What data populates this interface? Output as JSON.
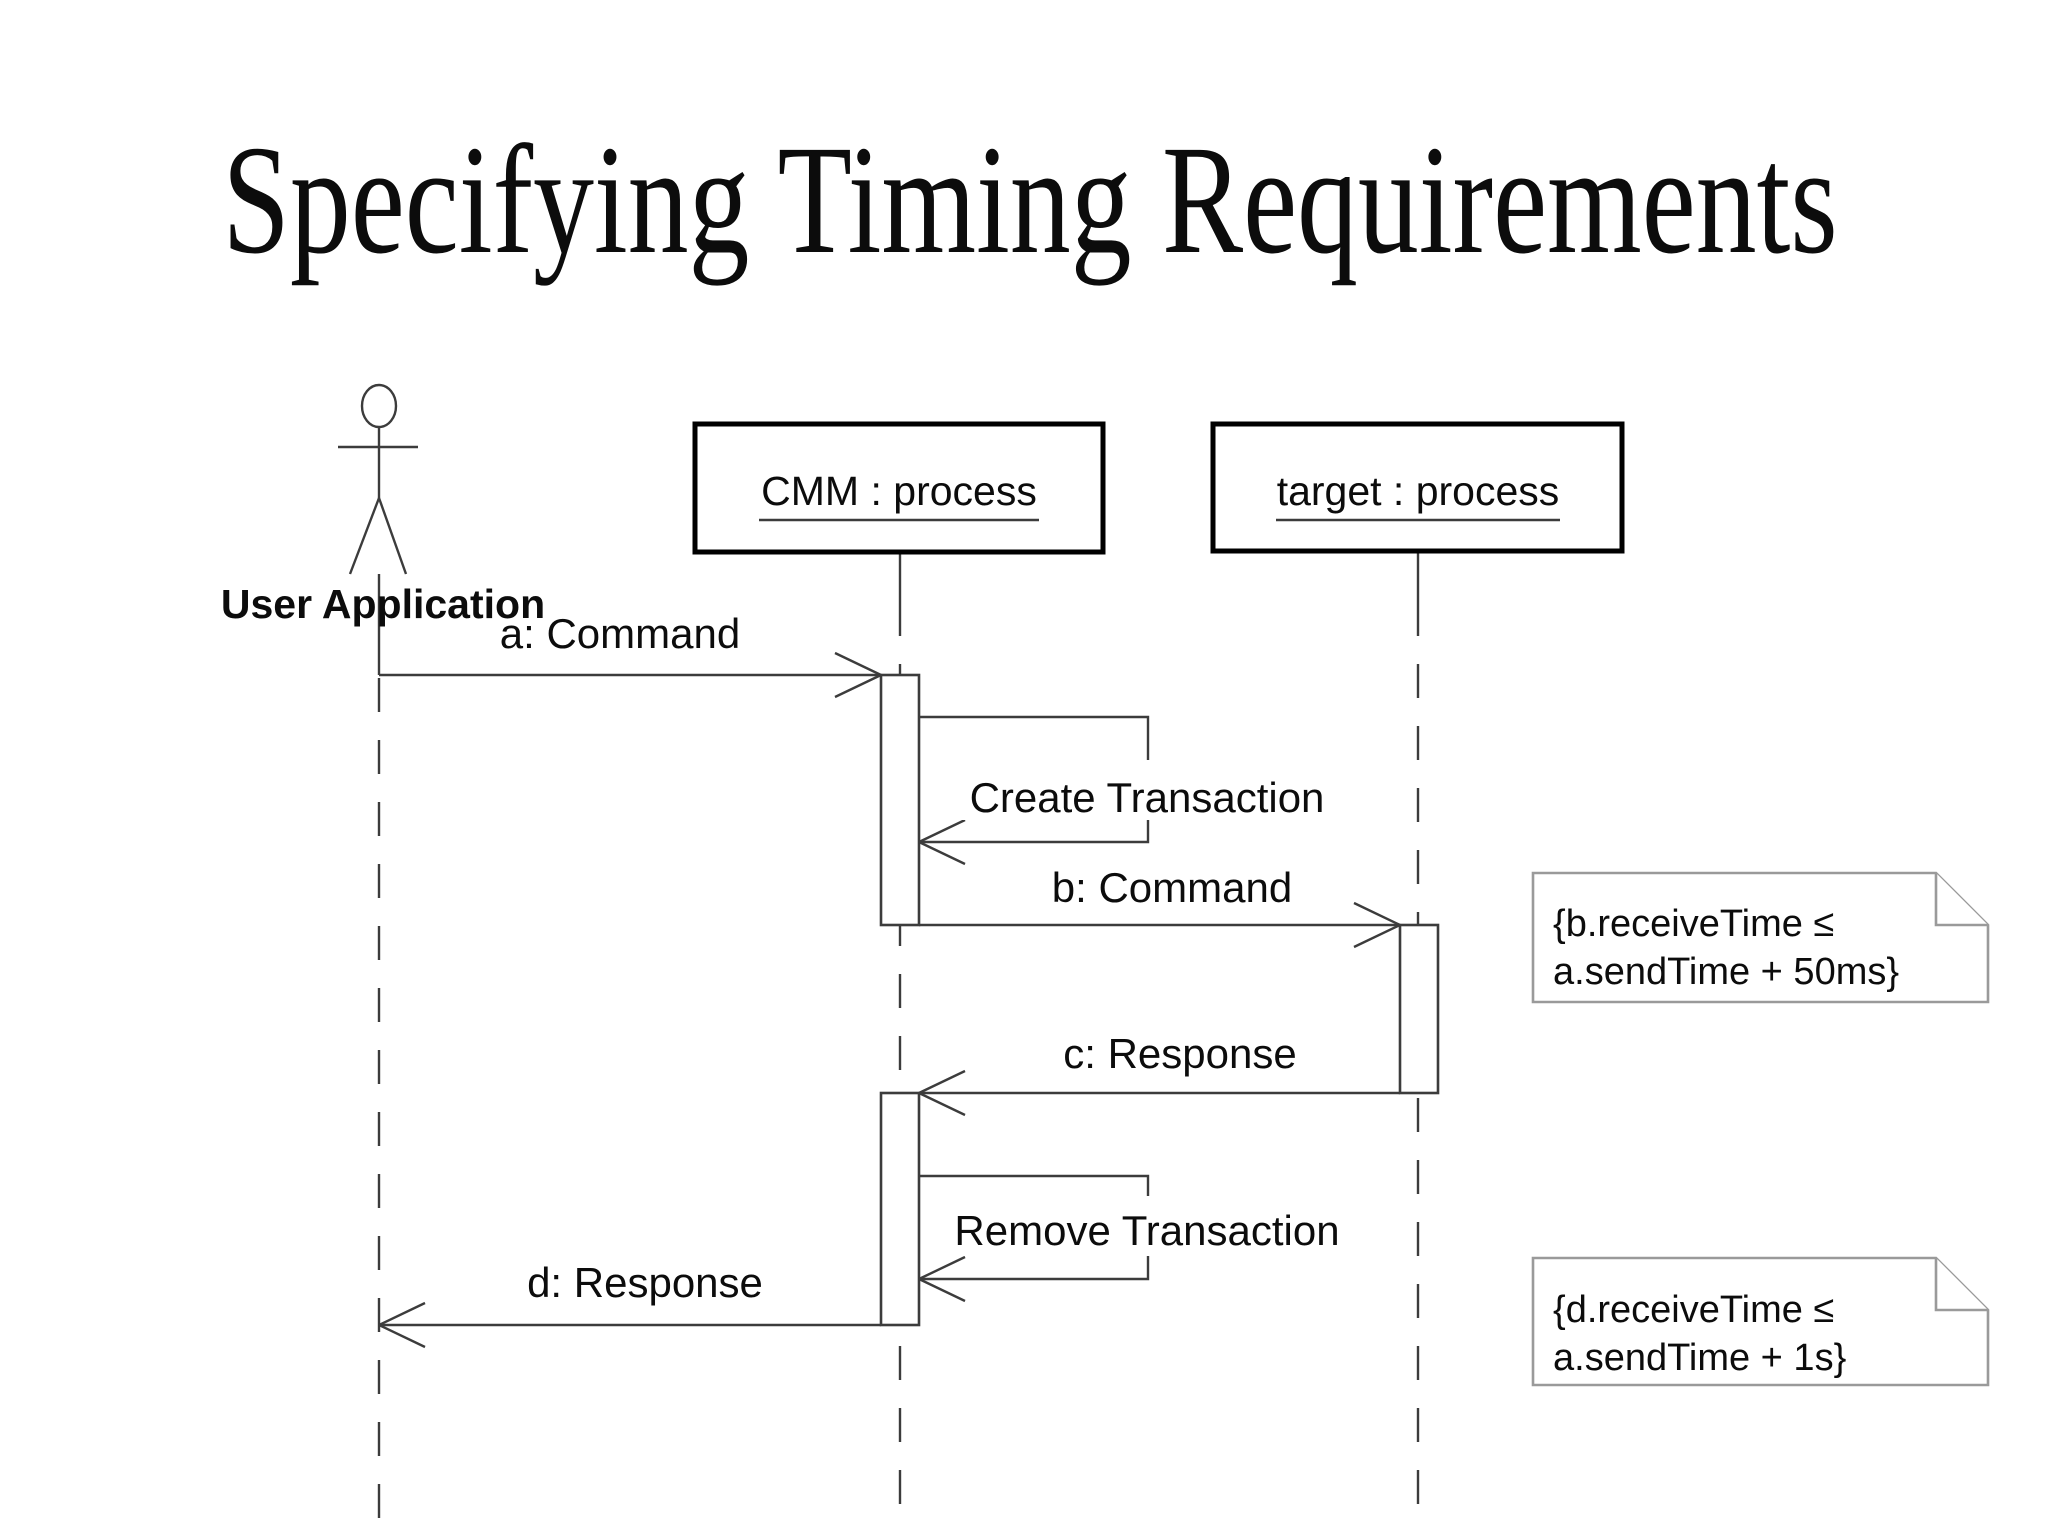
{
  "title": "Specifying Timing Requirements",
  "actor": {
    "label": "User Application"
  },
  "lifelines": [
    {
      "label": "CMM : process"
    },
    {
      "label": "target : process"
    }
  ],
  "messages": {
    "a": {
      "label": "a: Command"
    },
    "create_transaction": {
      "label": "Create Transaction"
    },
    "b": {
      "label": "b: Command"
    },
    "c": {
      "label": "c: Response"
    },
    "remove_transaction": {
      "label": "Remove Transaction"
    },
    "d": {
      "label": "d: Response"
    }
  },
  "notes": [
    {
      "lines": [
        "{b.receiveTime ≤",
        "a.sendTime + 50ms}"
      ]
    },
    {
      "lines": [
        "{d.receiveTime ≤",
        "a.sendTime + 1s}"
      ]
    }
  ],
  "colors": {
    "background": "#ffffff",
    "ink": "#000000",
    "line": "#3c3c3c",
    "note_border": "#9a9a9a"
  }
}
